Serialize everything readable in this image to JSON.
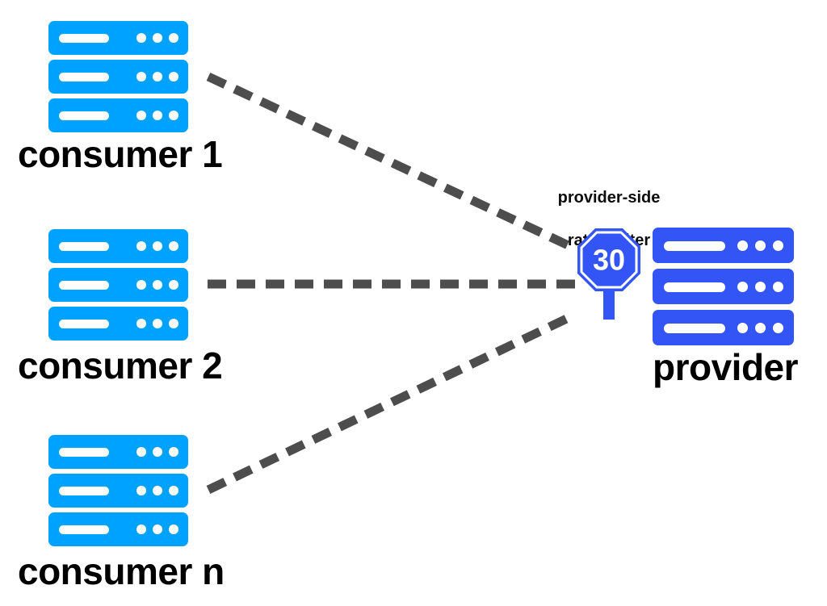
{
  "diagram": {
    "title": "provider-side rate limiter",
    "background": "#ffffff",
    "colors": {
      "consumer": "#00a2ff",
      "provider": "#3355f5",
      "link": "#4d4d4d",
      "sign_fill": "#3355f5",
      "sign_stroke": "#ffffff",
      "text": "#000000"
    }
  },
  "consumers": [
    {
      "id": "consumer-1",
      "label": "consumer 1",
      "icon": "server-rack-icon",
      "racks": 3
    },
    {
      "id": "consumer-2",
      "label": "consumer 2",
      "icon": "server-rack-icon",
      "racks": 3
    },
    {
      "id": "consumer-n",
      "label": "consumer n",
      "icon": "server-rack-icon",
      "racks": 3
    }
  ],
  "provider": {
    "id": "provider",
    "label": "provider",
    "icon": "server-rack-icon",
    "racks": 3
  },
  "rate_limiter": {
    "caption": "provider-side\nrate limiter",
    "caption_line_1": "provider-side",
    "caption_line_2": "rate limiter",
    "icon": "octagon-sign-icon",
    "value": "30"
  },
  "links": [
    {
      "id": "link-consumer-1",
      "from": "consumer 1",
      "to": "provider-side rate limiter",
      "style": "dashed"
    },
    {
      "id": "link-consumer-2",
      "from": "consumer 2",
      "to": "provider-side rate limiter",
      "style": "dashed"
    },
    {
      "id": "link-consumer-n",
      "from": "consumer n",
      "to": "provider-side rate limiter",
      "style": "dashed"
    }
  ]
}
